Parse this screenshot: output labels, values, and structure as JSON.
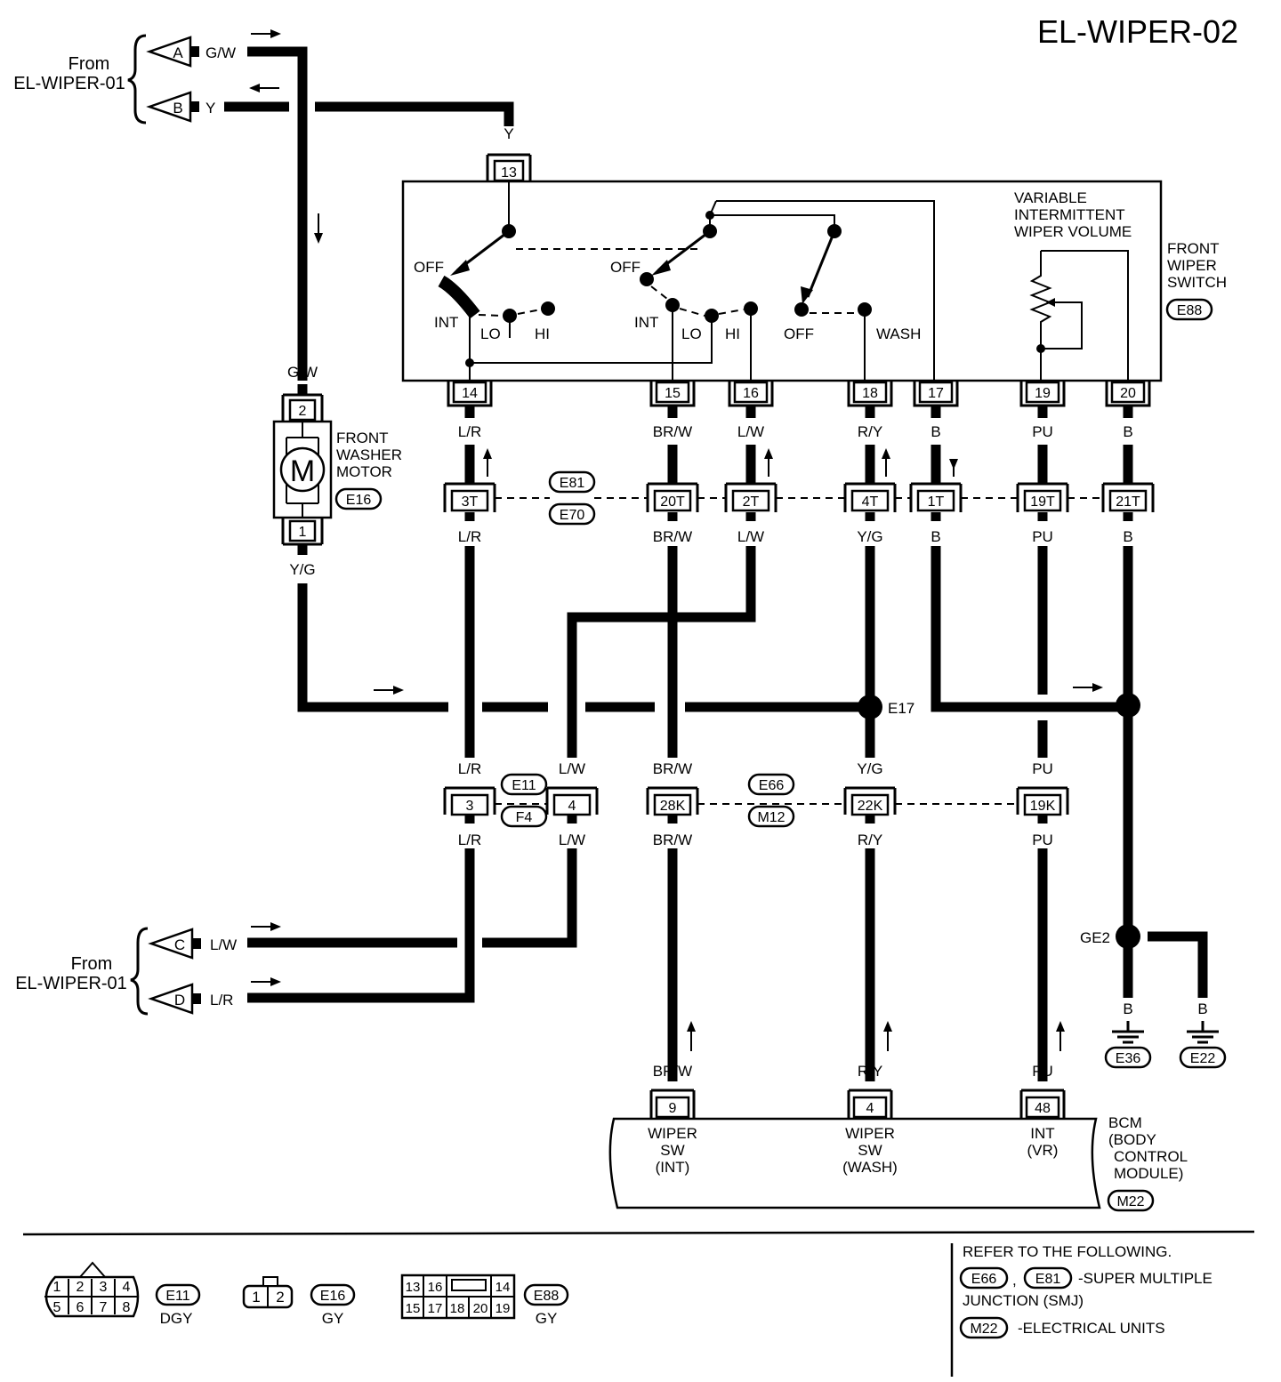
{
  "title": "EL-WIPER-02",
  "from_top": {
    "line1": "From",
    "line2": "EL-WIPER-01"
  },
  "from_bottom": {
    "line1": "From",
    "line2": "EL-WIPER-01"
  },
  "in_connectors": [
    {
      "letter": "A",
      "wire": "G/W"
    },
    {
      "letter": "B",
      "wire": "Y"
    },
    {
      "letter": "C",
      "wire": "L/W"
    },
    {
      "letter": "D",
      "wire": "L/R"
    }
  ],
  "switch": {
    "pin_top": "13",
    "wire_top": "Y",
    "name": [
      "FRONT",
      "WIPER",
      "SWITCH"
    ],
    "connector": "E88",
    "volume": [
      "VARIABLE",
      "INTERMITTENT",
      "WIPER VOLUME"
    ],
    "pos1": {
      "off": "OFF",
      "int": "INT",
      "lo": "LO",
      "hi": "HI"
    },
    "pos2": {
      "off": "OFF",
      "int": "INT",
      "lo": "LO",
      "hi": "HI"
    },
    "pos3": {
      "off": "OFF",
      "wash": "WASH"
    }
  },
  "columns": [
    {
      "pin": "14",
      "w1": "L/R",
      "jpin": "3T",
      "w2": "L/R"
    },
    {
      "pin": "15",
      "w1": "BR/W",
      "jpin": "20T",
      "w2": "BR/W"
    },
    {
      "pin": "16",
      "w1": "L/W",
      "jpin": "2T",
      "w2": "L/W"
    },
    {
      "pin": "18",
      "w1": "R/Y",
      "jpin": "4T",
      "w2": "Y/G"
    },
    {
      "pin": "17",
      "w1": "B",
      "jpin": "1T",
      "w2": "B"
    },
    {
      "pin": "19",
      "w1": "PU",
      "jpin": "19T",
      "w2": "PU"
    },
    {
      "pin": "20",
      "w1": "B",
      "jpin": "21T",
      "w2": "B"
    }
  ],
  "junction1": {
    "top": "E81",
    "bottom": "E70"
  },
  "washer": {
    "wire_top": "G/W",
    "pin_top": "2",
    "symbol": "M",
    "pin_bottom": "1",
    "wire_bottom": "Y/G",
    "name": [
      "FRONT",
      "WASHER",
      "MOTOR"
    ],
    "connector": "E16"
  },
  "splices": {
    "e17": "E17",
    "ge2": "GE2"
  },
  "row2": [
    {
      "wt": "L/R",
      "pin": "3",
      "wb": "L/R"
    },
    {
      "wt": "L/W",
      "pin": "4",
      "wb": "L/W"
    },
    {
      "wt": "BR/W",
      "pin": "28K",
      "wb": "BR/W"
    },
    {
      "wt": "Y/G",
      "pin": "22K",
      "wb": "R/Y"
    },
    {
      "wt": "PU",
      "pin": "19K",
      "wb": "PU"
    }
  ],
  "junction2": {
    "top": "E11",
    "bottom": "F4"
  },
  "junction3": {
    "top": "E66",
    "bottom": "M12"
  },
  "grounds": [
    {
      "wire": "B",
      "label": "E36"
    },
    {
      "wire": "B",
      "label": "E22"
    }
  ],
  "bcm": {
    "pins": [
      {
        "wire": "BR/W",
        "pin": "9",
        "l1": "WIPER",
        "l2": "SW",
        "l3": "(INT)"
      },
      {
        "wire": "R/Y",
        "pin": "4",
        "l1": "WIPER",
        "l2": "SW",
        "l3": "(WASH)"
      },
      {
        "wire": "PU",
        "pin": "48",
        "l1": "INT",
        "l2": "(VR)",
        "l3": ""
      }
    ],
    "name": [
      "BCM",
      "(BODY",
      "CONTROL",
      "MODULE)"
    ],
    "connector": "M22"
  },
  "legend": {
    "e11": {
      "pins_top": [
        "1",
        "2",
        "3",
        "4"
      ],
      "pins_bottom": [
        "5",
        "6",
        "7",
        "8"
      ],
      "label": "E11",
      "color": "DGY"
    },
    "e16": {
      "pins": [
        "1",
        "2"
      ],
      "label": "E16",
      "color": "GY"
    },
    "e88": {
      "pins_top": [
        "13",
        "16",
        "14"
      ],
      "pins_bottom": [
        "15",
        "17",
        "18",
        "20",
        "19"
      ],
      "label": "E88",
      "color": "GY"
    }
  },
  "refer": {
    "heading": "REFER TO THE FOLLOWING.",
    "tag1": "E66",
    "sep": ",",
    "tag2": "E81",
    "text1": "-SUPER MULTIPLE",
    "text2": "JUNCTION (SMJ)",
    "tag3": "M22",
    "text3": "-ELECTRICAL UNITS"
  }
}
